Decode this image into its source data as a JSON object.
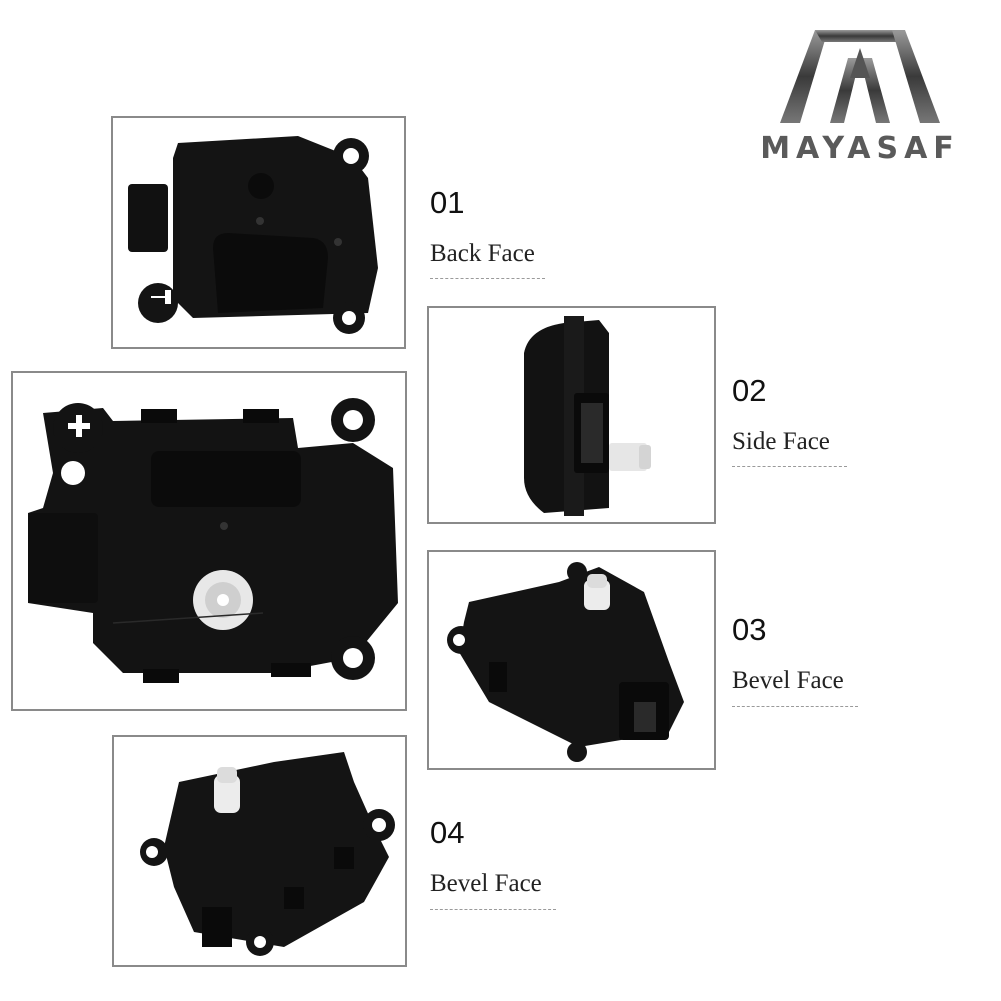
{
  "brand": {
    "name": "MAYASAF"
  },
  "views": [
    {
      "number": "01",
      "label": "Back Face"
    },
    {
      "number": "02",
      "label": "Side Face"
    },
    {
      "number": "03",
      "label": "Bevel Face"
    },
    {
      "number": "04",
      "label": "Bevel Face"
    }
  ],
  "colors": {
    "panel_border": "#8a8a8a",
    "part_body": "#111111",
    "gear": "#e8e8e8"
  }
}
